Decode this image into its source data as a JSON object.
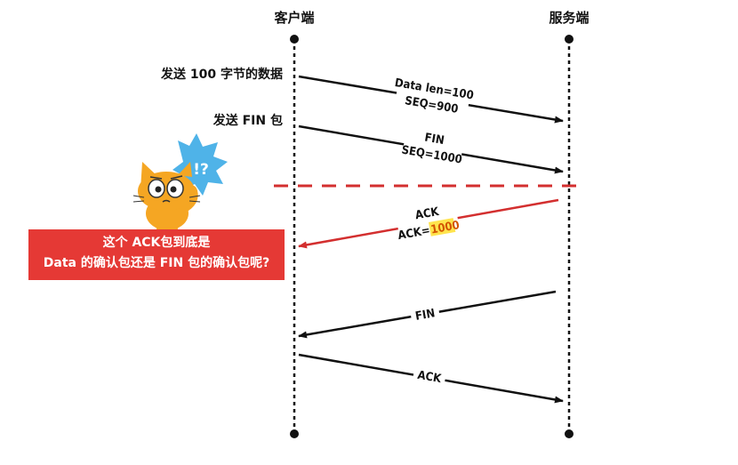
{
  "participants": {
    "client": "客户端",
    "server": "服务端"
  },
  "notes": {
    "send_data": "发送 100 字节的数据",
    "send_fin": "发送 FIN 包"
  },
  "messages": [
    {
      "line1": "Data len=100",
      "line2": "SEQ=900"
    },
    {
      "line1": "FIN",
      "line2": "SEQ=1000"
    },
    {
      "line1": "ACK",
      "line2_prefix": "ACK=",
      "line2_highlight": "1000"
    },
    {
      "line1": "FIN"
    },
    {
      "line1": "ACK"
    }
  ],
  "callout": {
    "line1": "这个 ACK包到底是",
    "line2": "Data 的确认包还是 FIN 包的确认包呢?",
    "bubble_text": "!?"
  },
  "colors": {
    "line": "#111111",
    "red": "#d32f2f",
    "banner_bg": "#e53935",
    "highlight": "#ffe44d",
    "highlight_text": "#d35400",
    "cat_orange": "#f5a623",
    "bubble_blue": "#4fb3e8"
  }
}
